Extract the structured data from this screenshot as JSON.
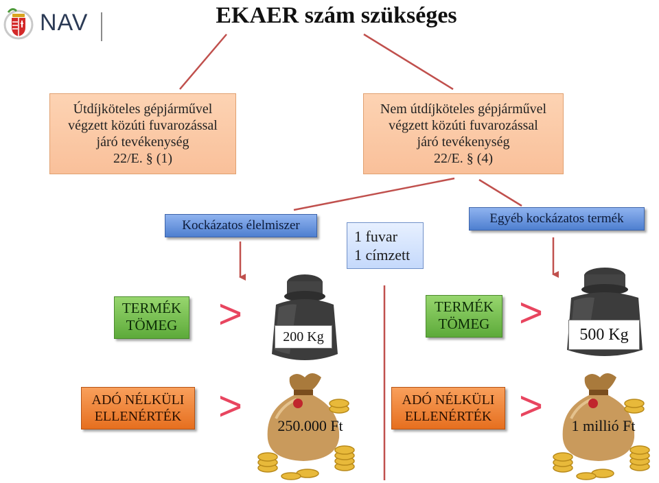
{
  "header": {
    "logo_text": "NAV",
    "title": "EKAER szám szükséges"
  },
  "conditions": {
    "left_box": {
      "lines": [
        "Útdíjköteles gépjárművel",
        "végzett közúti fuvarozással",
        "járó tevékenység",
        "22/E. § (1)"
      ]
    },
    "right_box": {
      "lines": [
        "Nem útdíjköteles gépjárművel",
        "végzett közúti fuvarozással",
        "járó tevékenység",
        "22/E. § (4)"
      ]
    }
  },
  "categories": {
    "food": "Kockázatos élelmiszer",
    "other": "Egyéb kockázatos termék",
    "shipment": [
      "1 fuvar",
      "1 címzett"
    ]
  },
  "thresholds": {
    "left": {
      "mass_label": [
        "TERMÉK",
        "TÖMEG"
      ],
      "mass_operator": ">",
      "mass_value": "200 Kg",
      "value_label": [
        "ADÓ NÉLKÜLI",
        "ELLENÉRTÉK"
      ],
      "value_operator": ">",
      "value_amount": "250.000 Ft"
    },
    "right": {
      "mass_label": [
        "TERMÉK",
        "TÖMEG"
      ],
      "mass_operator": ">",
      "mass_value": "500 Kg",
      "value_label": [
        "ADÓ NÉLKÜLI",
        "ELLENÉRTÉK"
      ],
      "value_operator": ">",
      "value_amount": "1 millió Ft"
    }
  },
  "colors": {
    "connector": "#c0504d",
    "arrow": "#c0504d",
    "divider": "#c0504d",
    "operator": "#e8455f"
  },
  "icons": {
    "logo": "hungarian-coat-of-arms-icon",
    "weight": "iron-weight-icon",
    "money": "money-bag-coins-icon"
  }
}
